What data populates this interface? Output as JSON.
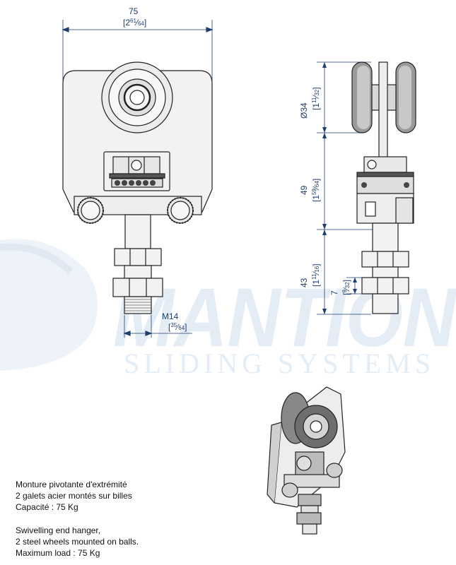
{
  "watermark": {
    "brand": "MANTION",
    "tagline": "SLIDING SYSTEMS",
    "brand_color": "#e4edf6"
  },
  "dimensions": {
    "width": {
      "mm": "75",
      "inch_whole": "[2",
      "inch_num": "61",
      "inch_den": "64",
      "inch_close": "]"
    },
    "wheel_diameter": {
      "mm": "Ø34",
      "inch_whole": "[1",
      "inch_num": "11",
      "inch_den": "32",
      "inch_close": "]"
    },
    "body_height": {
      "mm": "49",
      "inch_whole": "[1",
      "inch_num": "59",
      "inch_den": "64",
      "inch_close": "]"
    },
    "thread_length": {
      "mm": "43",
      "inch_whole": "[1",
      "inch_num": "11",
      "inch_den": "16",
      "inch_close": "]"
    },
    "nut_height": {
      "mm": "7",
      "inch_num": "9",
      "inch_den": "32",
      "inch_open": "[",
      "inch_close": "]"
    },
    "thread": {
      "mm": "M14",
      "inch_num": "35",
      "inch_den": "64",
      "inch_open": "[",
      "inch_close": "]"
    }
  },
  "description_fr": {
    "line1": "Monture pivotante d'extrémité",
    "line2": "2 galets acier montés sur billes",
    "line3": "Capacité : 75 Kg"
  },
  "description_en": {
    "line1": "Swivelling end hanger,",
    "line2": "2 steel wheels mounted on balls.",
    "line3": "Maximum load : 75 Kg"
  },
  "colors": {
    "line": "#222222",
    "dimension": "#1f3f6e",
    "fill": "#f2f2f2"
  }
}
